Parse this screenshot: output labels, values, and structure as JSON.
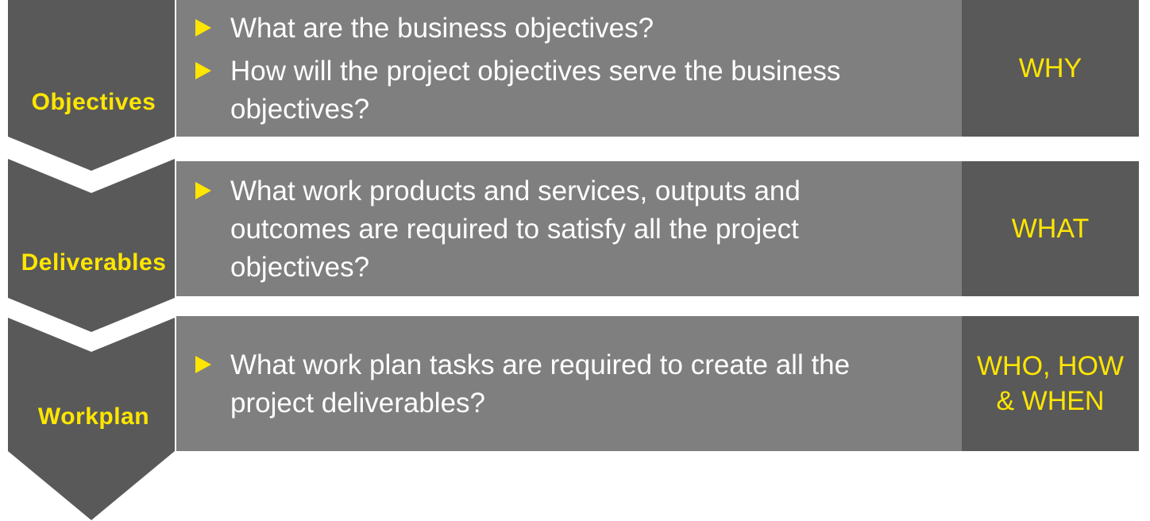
{
  "colors": {
    "chevron": "#595959",
    "band": "#7f7f7f",
    "side": "#595959",
    "accent": "#ffe600",
    "text": "#ffffff"
  },
  "rows": [
    {
      "label": "Objectives",
      "bullets": [
        "What are the business objectives?",
        "How will the project objectives serve the business objectives?"
      ],
      "side": "WHY"
    },
    {
      "label": "Deliverables",
      "bullets": [
        "What work products and services, outputs and outcomes are required to satisfy all the project objectives?"
      ],
      "side": "WHAT"
    },
    {
      "label": "Workplan",
      "bullets": [
        "What work plan tasks are required to create all the project deliverables?"
      ],
      "side": "WHO, HOW\n& WHEN"
    }
  ]
}
